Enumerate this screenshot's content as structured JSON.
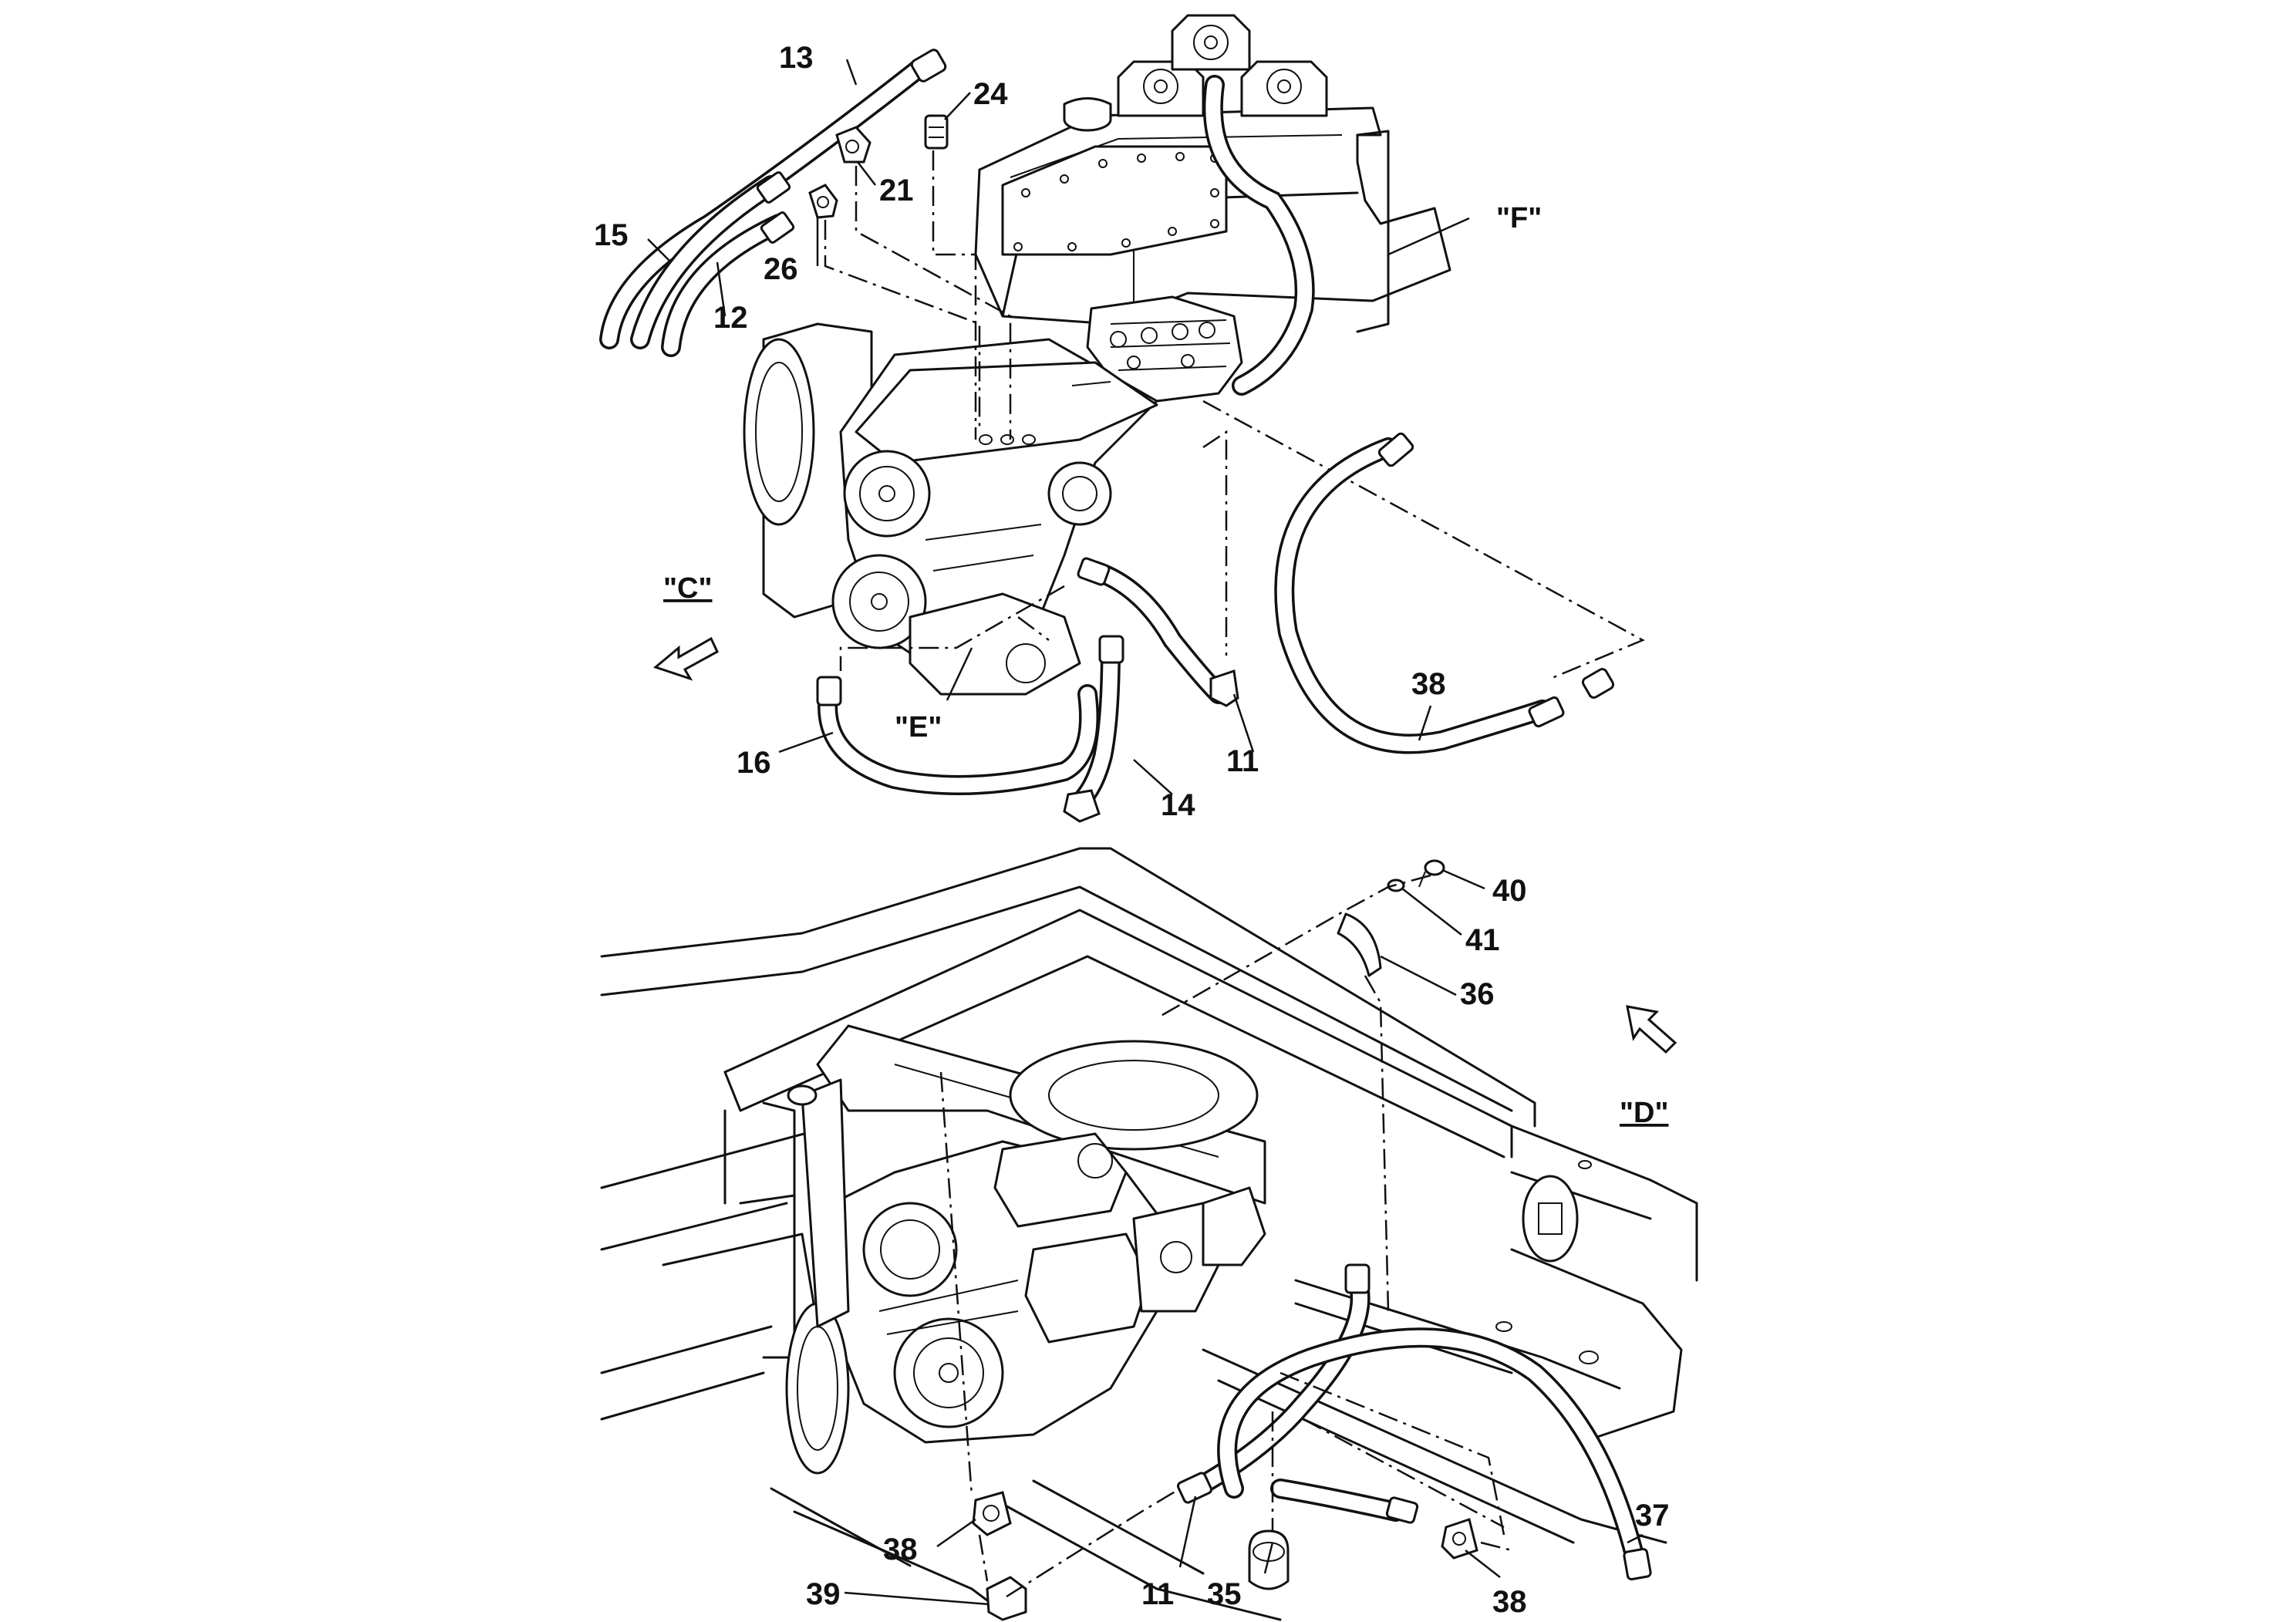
{
  "view_labels": {
    "f": "\"F\"",
    "c": "\"C\"",
    "e": "\"E\"",
    "d": "\"D\""
  },
  "top_callouts": {
    "c13": "13",
    "c24": "24",
    "c21": "21",
    "c15": "15",
    "c26": "26",
    "c12": "12",
    "c38": "38",
    "c16": "16",
    "c11": "11",
    "c14": "14"
  },
  "bottom_callouts": {
    "c40": "40",
    "c41": "41",
    "c36": "36",
    "c37": "37",
    "c38a": "38",
    "c39": "39",
    "c11": "11",
    "c35": "35",
    "c38b": "38"
  },
  "colors": {
    "ink": "#111111",
    "paper": "#ffffff"
  },
  "icons": [
    "direction-arrow-c-icon",
    "direction-arrow-d-icon"
  ]
}
